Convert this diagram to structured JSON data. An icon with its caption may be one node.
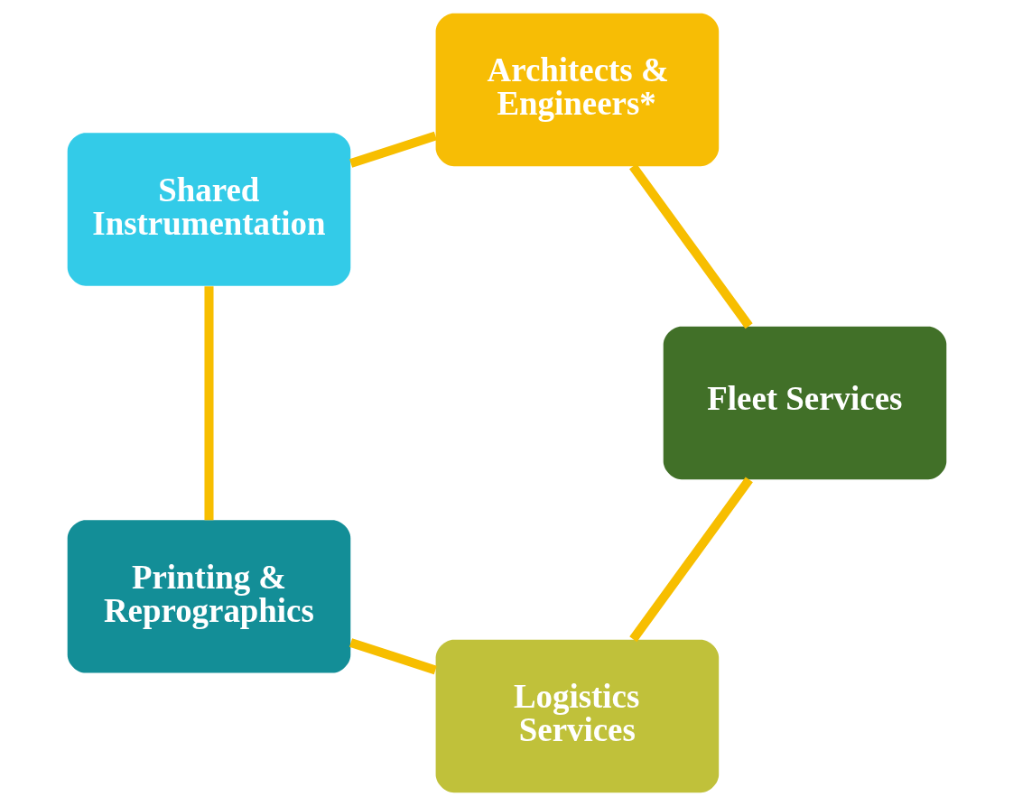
{
  "diagram": {
    "nodes": [
      {
        "text": [
          "Logistics Services"
        ]
      },
      {
        "text": [
          "Printing & Reprographics"
        ]
      },
      {
        "text": [
          "Shared Instrumentation"
        ]
      },
      {
        "text": [
          "Architects & Engineers*"
        ]
      },
      {
        "text": [
          "Fleet Services"
        ]
      }
    ],
    "edges": [
      {
        "from": 0,
        "to": 1,
        "arrow": "none"
      },
      {
        "from": 1,
        "to": 2,
        "arrow": "none"
      },
      {
        "from": 2,
        "to": 3,
        "arrow": "none"
      },
      {
        "from": 3,
        "to": 4,
        "arrow": "none"
      },
      {
        "from": 4,
        "to": 0,
        "arrow": "none"
      }
    ]
  }
}
